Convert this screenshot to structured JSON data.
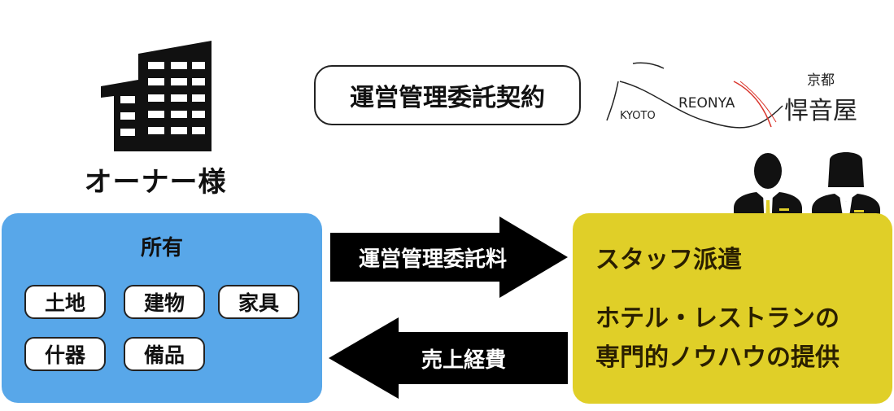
{
  "owner": {
    "label": "オーナー様"
  },
  "contract": {
    "label": "運営管理委託契約"
  },
  "logo": {
    "left": "KYOTO",
    "middle": "REONYA",
    "right_top": "京都",
    "right_main": "悍音屋"
  },
  "owner_box": {
    "title": "所有",
    "items": [
      "土地",
      "建物",
      "家具",
      "什器",
      "備品"
    ]
  },
  "arrows": {
    "fee": "運営管理委託料",
    "revenue": "売上経費"
  },
  "partner_box": {
    "line1": "スタッフ派遣",
    "line2": "ホテル・レストランの",
    "line3": "専門的ノウハウの提供"
  },
  "colors": {
    "owner_box": "#58a7e9",
    "partner_box": "#e0cf28",
    "arrow": "#000000",
    "accent_red": "#d9342b"
  }
}
